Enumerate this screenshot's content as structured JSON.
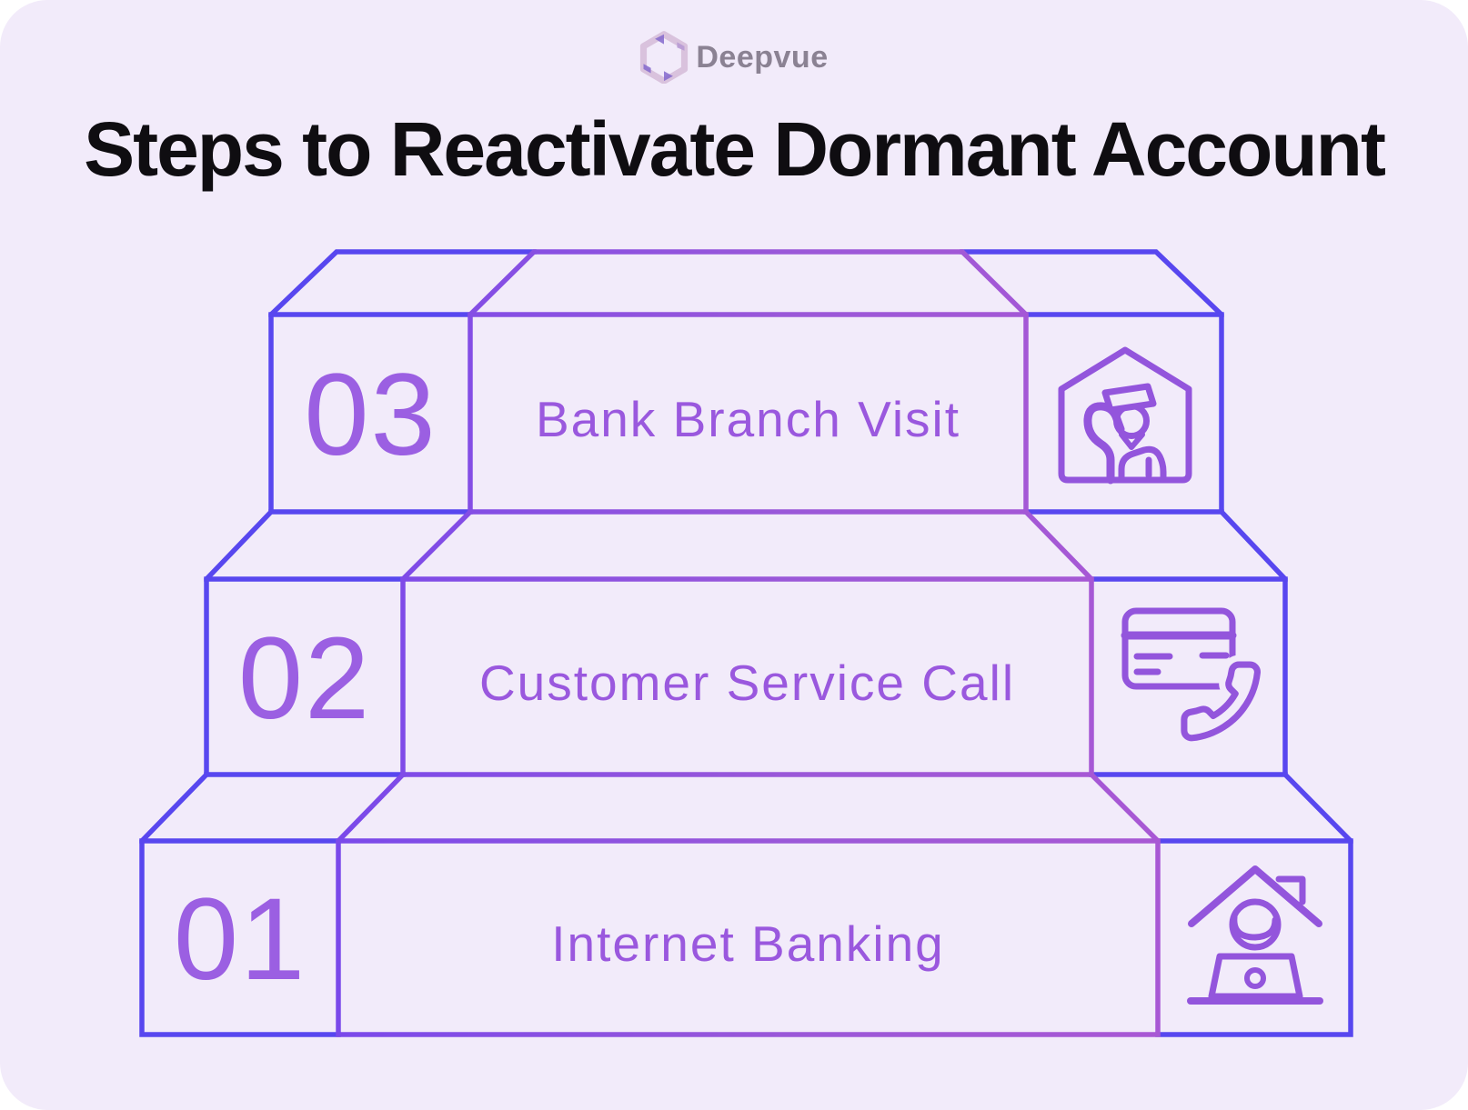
{
  "brand": {
    "name": "Deepvue"
  },
  "title": "Steps to Reactivate Dormant Account",
  "steps": [
    {
      "number": "03",
      "label": "Bank Branch Visit",
      "icon": "bank-guard-icon"
    },
    {
      "number": "02",
      "label": "Customer Service Call",
      "icon": "card-phone-icon"
    },
    {
      "number": "01",
      "label": "Internet Banking",
      "icon": "home-laptop-icon"
    }
  ],
  "colors": {
    "background": "#f2ebfa",
    "outer_box_stroke": "#5847ef",
    "central_box_stroke": "#9b58d8",
    "icon_stroke": "#9355dc",
    "number_text": "#9b5fe2",
    "label_text": "#9a58de",
    "title_text": "#0f0d11",
    "logo_text": "#8b8293"
  }
}
